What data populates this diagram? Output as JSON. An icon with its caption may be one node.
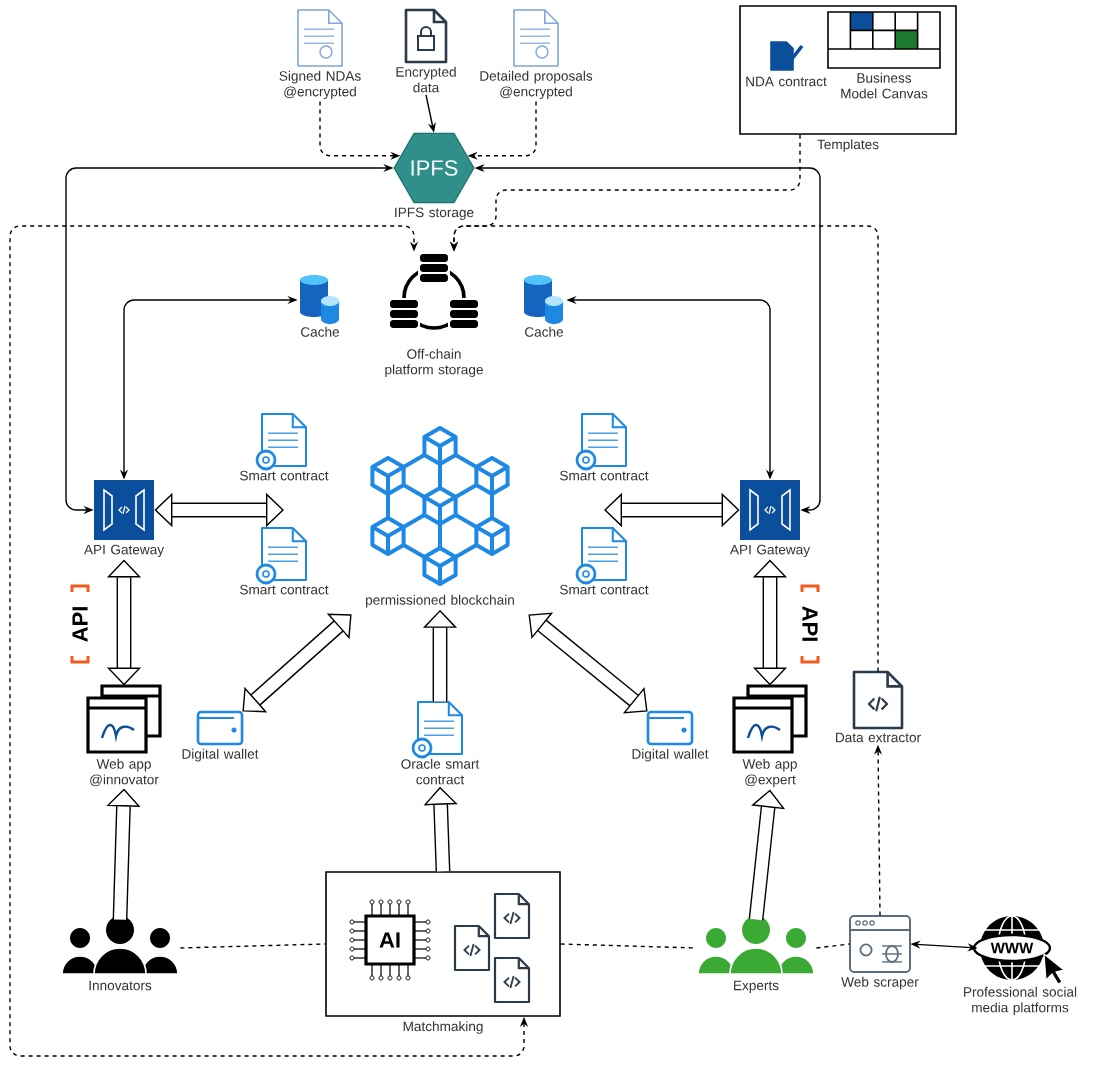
{
  "diagram": {
    "nodes": [
      {
        "text": [
          "Signed NDAs @encrypted"
        ]
      },
      {
        "text": [
          "Encrypted data"
        ]
      },
      {
        "text": [
          "Detailed proposals @encrypted"
        ]
      },
      {
        "text": [
          "Templates"
        ]
      },
      {
        "text": [
          "NDA contract"
        ],
        "in": 3
      },
      {
        "text": [
          "Business Model Canvas"
        ],
        "in": 3
      },
      {
        "text": [
          "IPFS",
          "IPFS storage"
        ]
      },
      {
        "text": [
          "Off-chain platform storage"
        ]
      },
      {
        "text": [
          "Cache"
        ]
      },
      {
        "text": [
          "Cache"
        ]
      },
      {
        "text": [
          "API Gateway"
        ]
      },
      {
        "text": [
          "API Gateway"
        ]
      },
      {
        "text": [
          "Smart contract"
        ]
      },
      {
        "text": [
          "Smart contract"
        ]
      },
      {
        "text": [
          "Smart contract"
        ]
      },
      {
        "text": [
          "Smart contract"
        ]
      },
      {
        "text": [
          "permissioned blockchain"
        ]
      },
      {
        "text": [
          "Web app @innovator"
        ]
      },
      {
        "text": [
          "Digital wallet"
        ]
      },
      {
        "text": [
          "Oracle smart contract"
        ]
      },
      {
        "text": [
          "Web app @expert"
        ]
      },
      {
        "text": [
          "Digital wallet"
        ]
      },
      {
        "text": [
          "Data extractor"
        ]
      },
      {
        "text": [
          "Innovators"
        ]
      },
      {
        "text": [
          "Matchmaking"
        ]
      },
      {
        "text": [
          "Experts"
        ]
      },
      {
        "text": [
          "Web scraper"
        ]
      },
      {
        "text": [
          "Professional social media platforms"
        ]
      }
    ],
    "edges": [
      {
        "from": 0,
        "to": 6,
        "arrow": "to",
        "style": "dashed"
      },
      {
        "from": 1,
        "to": 6,
        "arrow": "to"
      },
      {
        "from": 2,
        "to": 6,
        "arrow": "to",
        "style": "dashed"
      },
      {
        "from": 3,
        "to": 7,
        "arrow": "to",
        "style": "dashed"
      },
      {
        "from": 6,
        "to": 10,
        "arrow": "both"
      },
      {
        "from": 6,
        "to": 11,
        "arrow": "both"
      },
      {
        "from": 8,
        "to": 10,
        "arrow": "both"
      },
      {
        "from": 9,
        "to": 11,
        "arrow": "both"
      },
      {
        "from": 10,
        "to": 12,
        "arrow": "both",
        "style": "thick"
      },
      {
        "from": 10,
        "to": 17,
        "arrow": "both",
        "style": "thick"
      },
      {
        "from": 11,
        "to": 14,
        "arrow": "both",
        "style": "thick"
      },
      {
        "from": 11,
        "to": 20,
        "arrow": "both",
        "style": "thick"
      },
      {
        "from": 18,
        "to": 16,
        "arrow": "both",
        "style": "thick"
      },
      {
        "from": 21,
        "to": 16,
        "arrow": "both",
        "style": "thick"
      },
      {
        "from": 19,
        "to": 16,
        "arrow": "to",
        "style": "thick"
      },
      {
        "from": 24,
        "to": 19,
        "arrow": "to",
        "style": "thick"
      },
      {
        "from": 23,
        "to": 17,
        "arrow": "to",
        "style": "thick"
      },
      {
        "from": 25,
        "to": 20,
        "arrow": "to",
        "style": "thick"
      },
      {
        "from": 23,
        "to": 24,
        "arrow": "none",
        "style": "dashed"
      },
      {
        "from": 24,
        "to": 25,
        "arrow": "none",
        "style": "dashed"
      },
      {
        "from": 25,
        "to": 26,
        "arrow": "none",
        "style": "dashed"
      },
      {
        "from": 26,
        "to": 22,
        "arrow": "to",
        "style": "dashed"
      },
      {
        "from": 26,
        "to": 27,
        "arrow": "both"
      },
      {
        "from": 24,
        "to": 7,
        "arrow": "both",
        "style": "dashed"
      },
      {
        "from": 22,
        "to": 7,
        "arrow": "to",
        "style": "dashed"
      }
    ],
    "labels": [
      "API",
      "API",
      "AI",
      "WWW"
    ]
  }
}
